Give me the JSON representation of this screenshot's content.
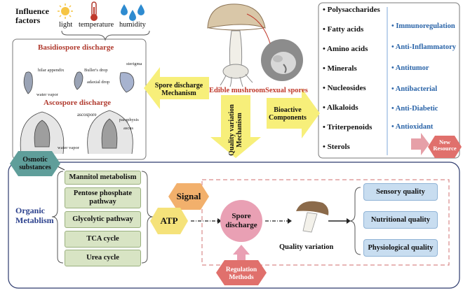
{
  "influence": {
    "title": "Influence\nfactors",
    "light": "light",
    "temperature": "temperature",
    "humidity": "humidity"
  },
  "discharge_panel": {
    "basidiospore_title": "Basidiospore discharge",
    "hilar_appendix": "hilar appendix",
    "water_vapor_1": "water vapor",
    "bullers_drop": "Buller's drop",
    "adaxial_drop": "adaxial drop",
    "sterigma": "sterigma",
    "ascospore_title": "Ascospore discharge",
    "ascospore": "ascospore",
    "paraphysis": "paraphysis",
    "ascus": "ascus",
    "water_vapor_2": "water vapor"
  },
  "center": {
    "spore_mechanism": "Spore discharge\nMechanism",
    "edible_mushroom": "Edible mushroom",
    "sexual_spores": "Sexual spores",
    "quality_variation_mechanism": "Quality variation\nMechanism",
    "bioactive_components": "Bioactive\nComponents"
  },
  "components": [
    "Polysaccharides",
    "Fatty acids",
    "Amino acids",
    "Minerals",
    "Nucleosides",
    "Alkaloids",
    "Triterpenoids",
    "Sterols"
  ],
  "bioactivities": [
    "Immunoregulation",
    "Anti-Inflammatory",
    "Antitumor",
    "Antibacterial",
    "Anti-Diabetic",
    "Antioxidant"
  ],
  "new_resource": "New\nResource",
  "osmotic": "Osmotic\nsubstances",
  "organic_metabolism": "Organic\nMetablism",
  "pathways": [
    "Mannitol metabolism",
    "Pentose phosphate\npathway",
    "Glycolytic pathway",
    "TCA cycle",
    "Urea cycle"
  ],
  "signal": "Signal",
  "atp": "ATP",
  "spore_discharge": "Spore\ndischarge",
  "quality_variation": "Quality variation",
  "regulation_methods": "Regulation\nMethods",
  "qualities": [
    "Sensory quality",
    "Nutritional quality",
    "Physiological quality"
  ],
  "colors": {
    "yellow_arrow": "#f7ef7a",
    "red_label": "#c0392b",
    "blue_label": "#2a64a8",
    "pathway_green": "#d8e4c4",
    "quality_blue": "#c8ddf0",
    "hex_orange": "#f2b06c",
    "hex_yellow": "#f5e27a",
    "pink_circle": "#e9a0b4",
    "red_hex": "#e0706c",
    "teal_hex": "#5f9e9a"
  }
}
